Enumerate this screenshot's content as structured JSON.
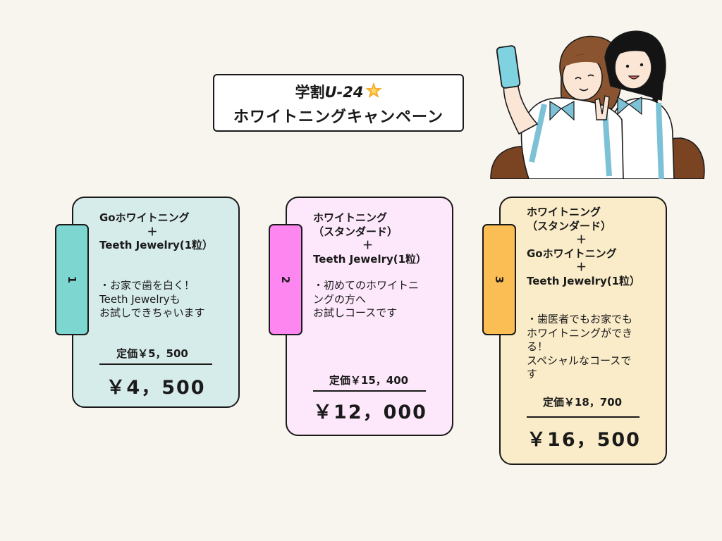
{
  "header": {
    "title_part1": "学割",
    "title_part2": "U-24",
    "title_line2": "ホワイトニングキャンペーン",
    "star_icon": "glowing-star-icon"
  },
  "colors": {
    "card1_bg": "#d6ecea",
    "card1_tab": "#7dd6d0",
    "card2_bg": "#fde8fb",
    "card2_tab": "#fd86f1",
    "card3_bg": "#faecc8",
    "card3_tab": "#fbbe55",
    "outline": "#1a1a1a"
  },
  "cards": [
    {
      "number": "1",
      "title_lines": [
        "Goホワイトニング",
        "＋",
        "Teeth Jewelry(1粒）"
      ],
      "desc_lines": [
        "・お家で歯を白く！",
        "Teeth Jewelryも",
        "お試しできちゃいます"
      ],
      "list_price": "定価￥5，500",
      "price": "￥4，500"
    },
    {
      "number": "2",
      "title_lines": [
        "ホワイトニング",
        "（スタンダード）",
        "＋",
        "Teeth Jewelry(1粒）"
      ],
      "desc_lines": [
        "・初めてのホワイトニ",
        "ングの方へ",
        "お試しコースです"
      ],
      "list_price": "定価￥15，400",
      "price": "￥12，000"
    },
    {
      "number": "3",
      "title_lines": [
        "ホワイトニング",
        "（スタンダード）",
        "＋",
        "Goホワイトニング",
        "＋",
        "Teeth Jewelry(1粒）"
      ],
      "desc_lines": [
        "・歯医者でもお家でも",
        "ホワイトニングができ",
        "る！",
        "スペシャルなコースで",
        "す"
      ],
      "list_price": "定価￥18，700",
      "price": "￥16，500"
    }
  ]
}
